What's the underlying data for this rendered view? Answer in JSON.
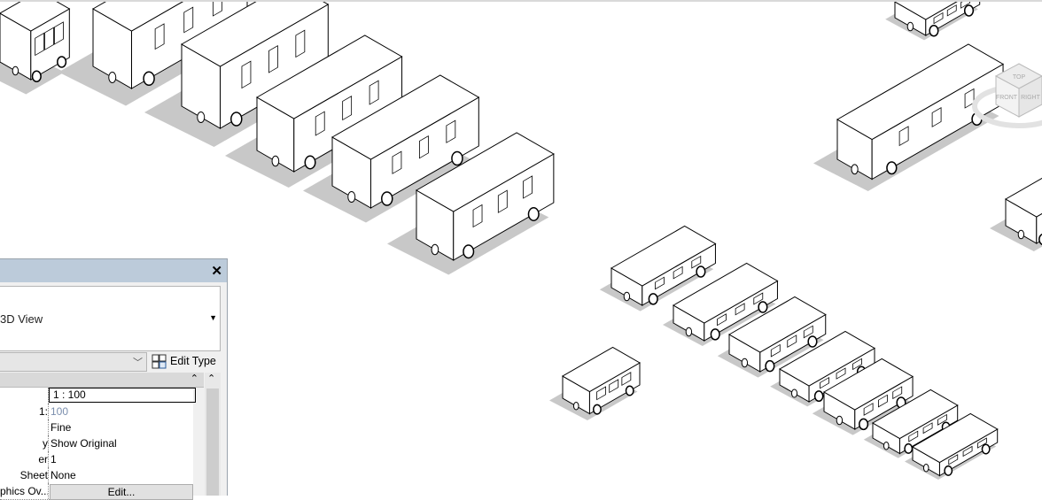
{
  "view": {
    "name": "3D View",
    "view_cube": {
      "faces": [
        "TOP",
        "FRONT",
        "RIGHT"
      ]
    }
  },
  "properties": {
    "close_icon": "close-icon",
    "type_name": "3D View",
    "edit_type_label": "Edit Type",
    "rows": [
      {
        "label": "",
        "value": "1 : 100",
        "kind": "input"
      },
      {
        "label": "1:",
        "value": "100",
        "kind": "readonly"
      },
      {
        "label": "",
        "value": "Fine",
        "kind": "text"
      },
      {
        "label": "y",
        "value": "Show Original",
        "kind": "text"
      },
      {
        "label": "er",
        "value": "1",
        "kind": "text"
      },
      {
        "label": "Sheet",
        "value": "None",
        "kind": "text"
      },
      {
        "label": "phics Ov...",
        "value": "Edit...",
        "kind": "button"
      }
    ]
  }
}
